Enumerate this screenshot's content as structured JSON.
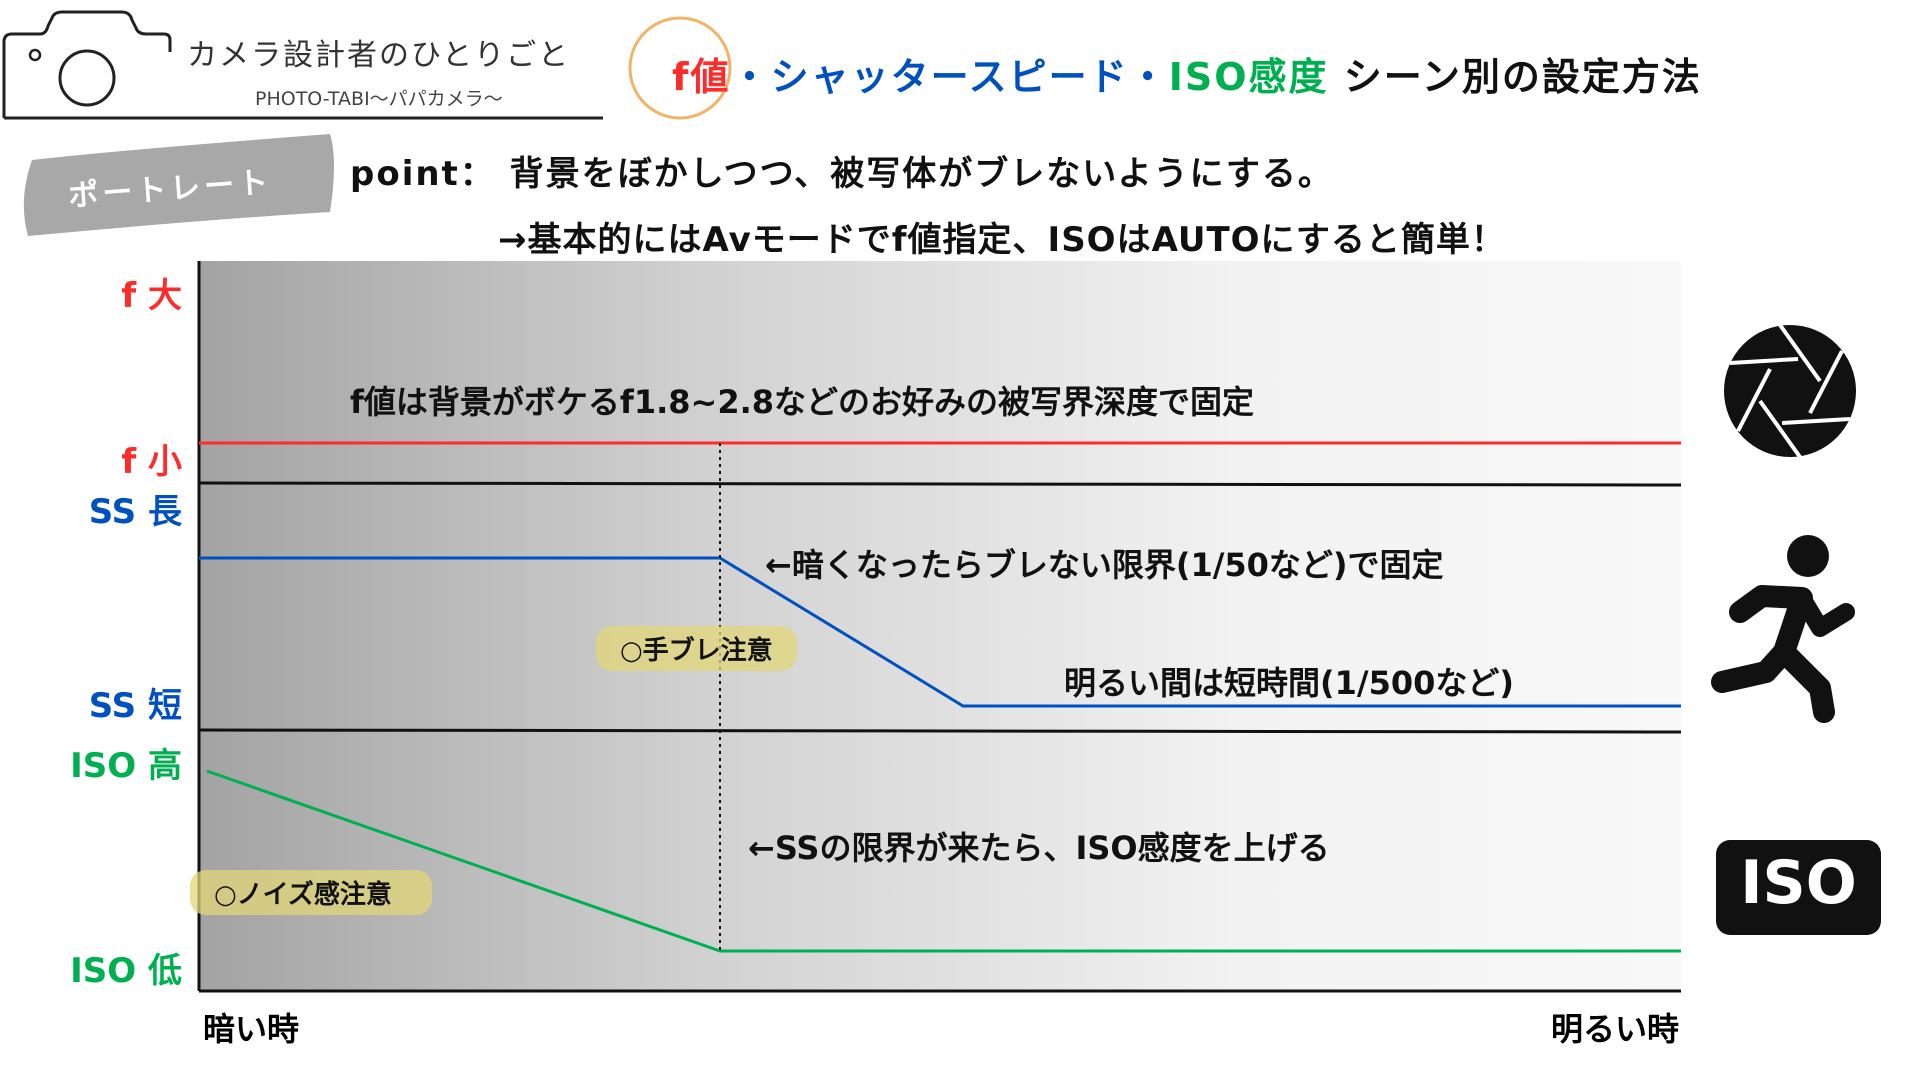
{
  "header": {
    "blog_title": "カメラ設計者のひとりごと",
    "blog_subtitle": "PHOTO-TABI〜パパカメラ〜",
    "title_parts": [
      {
        "text": "f値",
        "color": "#ff2a2a"
      },
      {
        "text": "・",
        "color": "#0050c0"
      },
      {
        "text": "シャッタースピード",
        "color": "#0050c0"
      },
      {
        "text": "・",
        "color": "#0050c0"
      },
      {
        "text": "ISO感度",
        "color": "#00b050"
      },
      {
        "text": " シーン別の設定方法",
        "color": "#111111"
      }
    ]
  },
  "scene_tag": "ポートレート",
  "point": {
    "line1": "point： 背景をぼかしつつ、被写体がブレないようにする。",
    "line2": "→基本的にはAvモードでf値指定、ISOはAUTOにすると簡単！"
  },
  "axis_labels": {
    "f_large": "f 大",
    "f_small": "f 小",
    "ss_long": "SS 長",
    "ss_short": "SS 短",
    "iso_high": "ISO 高",
    "iso_low": "ISO 低",
    "dark": "暗い時",
    "bright": "明るい時"
  },
  "notes": {
    "fvalue": "f値は背景がボケるf1.8~2.8などのお好みの被写界深度で固定",
    "ss_limit": "←暗くなったらブレない限界(1/50など)で固定",
    "ss_bright": "明るい間は短時間(1/500など)",
    "iso_raise": "←SSの限界が来たら、ISO感度を上げる",
    "shake_warning": "○手ブレ注意",
    "noise_warning": "○ノイズ感注意"
  },
  "icons": {
    "aperture": "aperture-icon",
    "runner": "running-person-icon",
    "iso_badge": "ISO"
  },
  "colors": {
    "f": "#ff2a2a",
    "ss": "#0050c0",
    "iso": "#00b050",
    "accent": "#f0a040"
  }
}
